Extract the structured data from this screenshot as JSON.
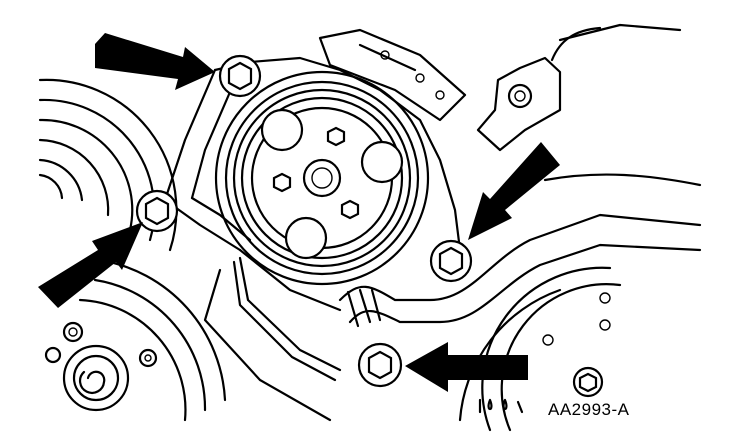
{
  "figure": {
    "label": "AA2993-A",
    "colors": {
      "line": "#000000",
      "background": "#ffffff"
    },
    "callouts": [
      {
        "name": "upper-left-bolt",
        "arrow_direction": "down-right"
      },
      {
        "name": "left-bolt",
        "arrow_direction": "up-right"
      },
      {
        "name": "right-bolt",
        "arrow_direction": "down-left"
      },
      {
        "name": "lower-bolt",
        "arrow_direction": "left"
      }
    ]
  }
}
